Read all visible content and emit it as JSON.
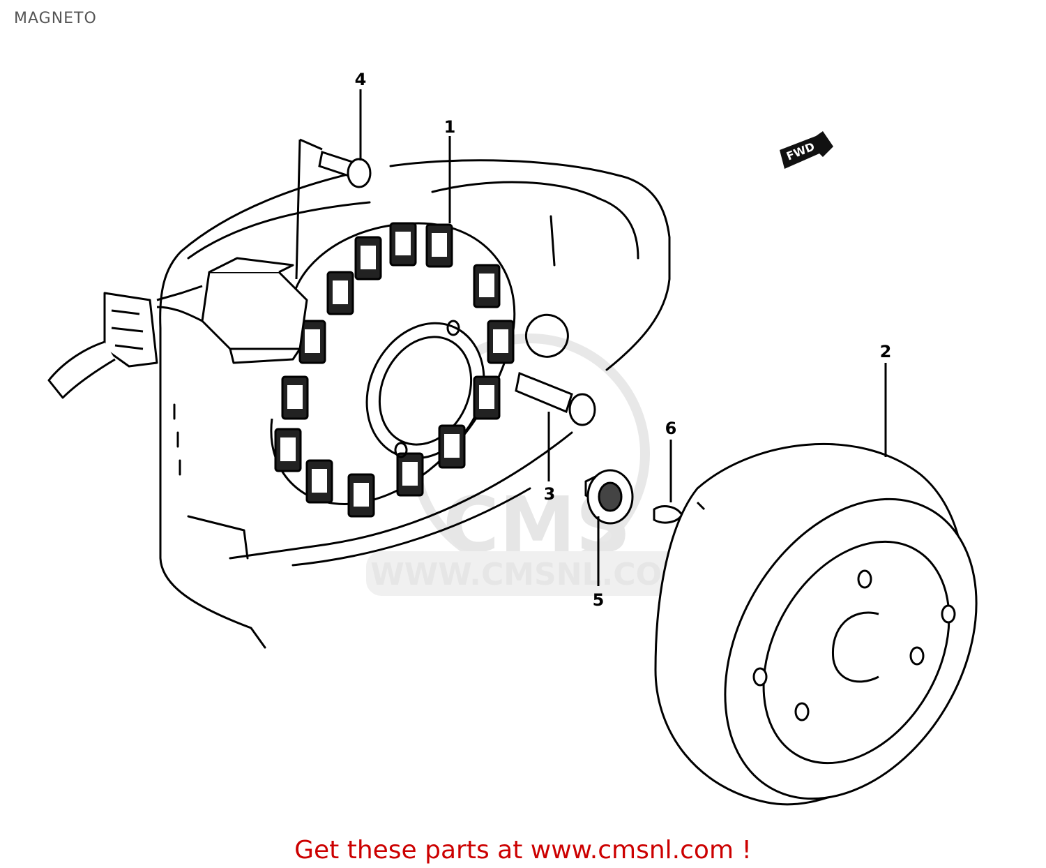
{
  "header": {
    "title": "MAGNETO"
  },
  "diagram": {
    "callouts": [
      {
        "number": "1"
      },
      {
        "number": "2"
      },
      {
        "number": "3"
      },
      {
        "number": "4"
      },
      {
        "number": "5"
      },
      {
        "number": "6"
      }
    ],
    "direction_marker": "FWD",
    "watermark": {
      "logo_text": "CMS",
      "url_text": "WWW.CMSNL.COM"
    }
  },
  "footer": {
    "link_text": "Get these parts at www.cmsnl.com !",
    "link_color": "#cc0000"
  },
  "colors": {
    "line": "#000000",
    "watermark": "#e6e6e6",
    "title": "#555555"
  }
}
